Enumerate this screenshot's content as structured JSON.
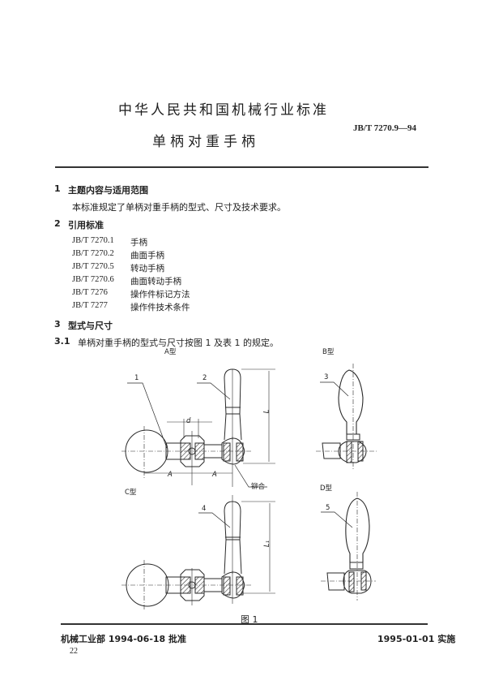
{
  "header": {
    "org_title": "中华人民共和国机械行业标准",
    "standard_number": "JB/T 7270.9—94",
    "doc_title": "单柄对重手柄"
  },
  "sections": [
    {
      "number": "1",
      "title": "主题内容与适用范围",
      "body": "本标准规定了单柄对重手柄的型式、尺寸及技术要求。"
    },
    {
      "number": "2",
      "title": "引用标准"
    },
    {
      "number": "3",
      "title": "型式与尺寸"
    }
  ],
  "references": [
    {
      "code": "JB/T 7270.1",
      "name": "手柄"
    },
    {
      "code": "JB/T 7270.2",
      "name": "曲面手柄"
    },
    {
      "code": "JB/T 7270.5",
      "name": "转动手柄"
    },
    {
      "code": "JB/T 7270.6",
      "name": "曲面转动手柄"
    },
    {
      "code": "JB/T 7276",
      "name": "操作件标记方法"
    },
    {
      "code": "JB/T 7277",
      "name": "操作件技术条件"
    }
  ],
  "clause_3_1": {
    "number": "3.1",
    "text": "单柄对重手柄的型式与尺寸按图 1 及表 1 的规定。"
  },
  "figure": {
    "caption": "图 1",
    "views": [
      {
        "label": "A型",
        "part_no": "1",
        "part_no_2": "2",
        "dim_L": "L",
        "dim_d": "d",
        "dim_A": "A",
        "note": "铆合"
      },
      {
        "label": "B型",
        "part_no": "3"
      },
      {
        "label": "C型",
        "part_no": "4",
        "dim_L": "L₁"
      },
      {
        "label": "D型",
        "part_no": "5"
      }
    ]
  },
  "footer": {
    "approval": "机械工业部 1994-06-18 批准",
    "effective": "1995-01-01 实施",
    "page": "22"
  }
}
